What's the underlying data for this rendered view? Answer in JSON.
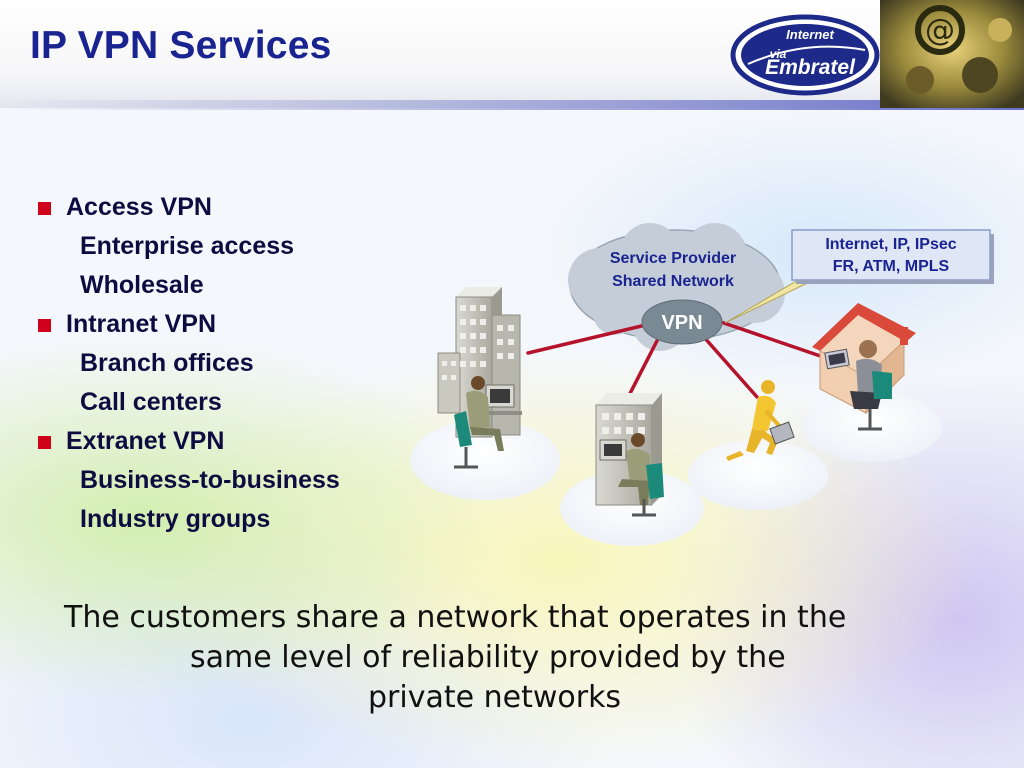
{
  "slide": {
    "title": "IP VPN Services",
    "logo": {
      "top_text": "Internet",
      "mid_text": "via",
      "brand": "Embratel"
    }
  },
  "bullets": [
    {
      "label": "Access VPN",
      "subitems": [
        "Enterprise access",
        "Wholesale"
      ]
    },
    {
      "label": "Intranet VPN",
      "subitems": [
        "Branch offices",
        "Call centers"
      ]
    },
    {
      "label": "Extranet VPN",
      "subitems": [
        "Business-to-business",
        "Industry groups"
      ]
    }
  ],
  "diagram": {
    "cloud_label_line1": "Service Provider",
    "cloud_label_line2": "Shared Network",
    "vpn_label": "VPN",
    "callout_line1": "Internet, IP, IPsec",
    "callout_line2": "FR, ATM, MPLS",
    "colors": {
      "link": "#b5122b",
      "vpn_bubble": "#7a8a94",
      "cloud": "#c5ced8",
      "callout_bg": "#dfe6f6",
      "callout_text": "#1a2491"
    }
  },
  "footer": {
    "line1": "The customers share a network that operates in the",
    "line2": "same level of reliability provided by the",
    "line3": "private networks"
  }
}
